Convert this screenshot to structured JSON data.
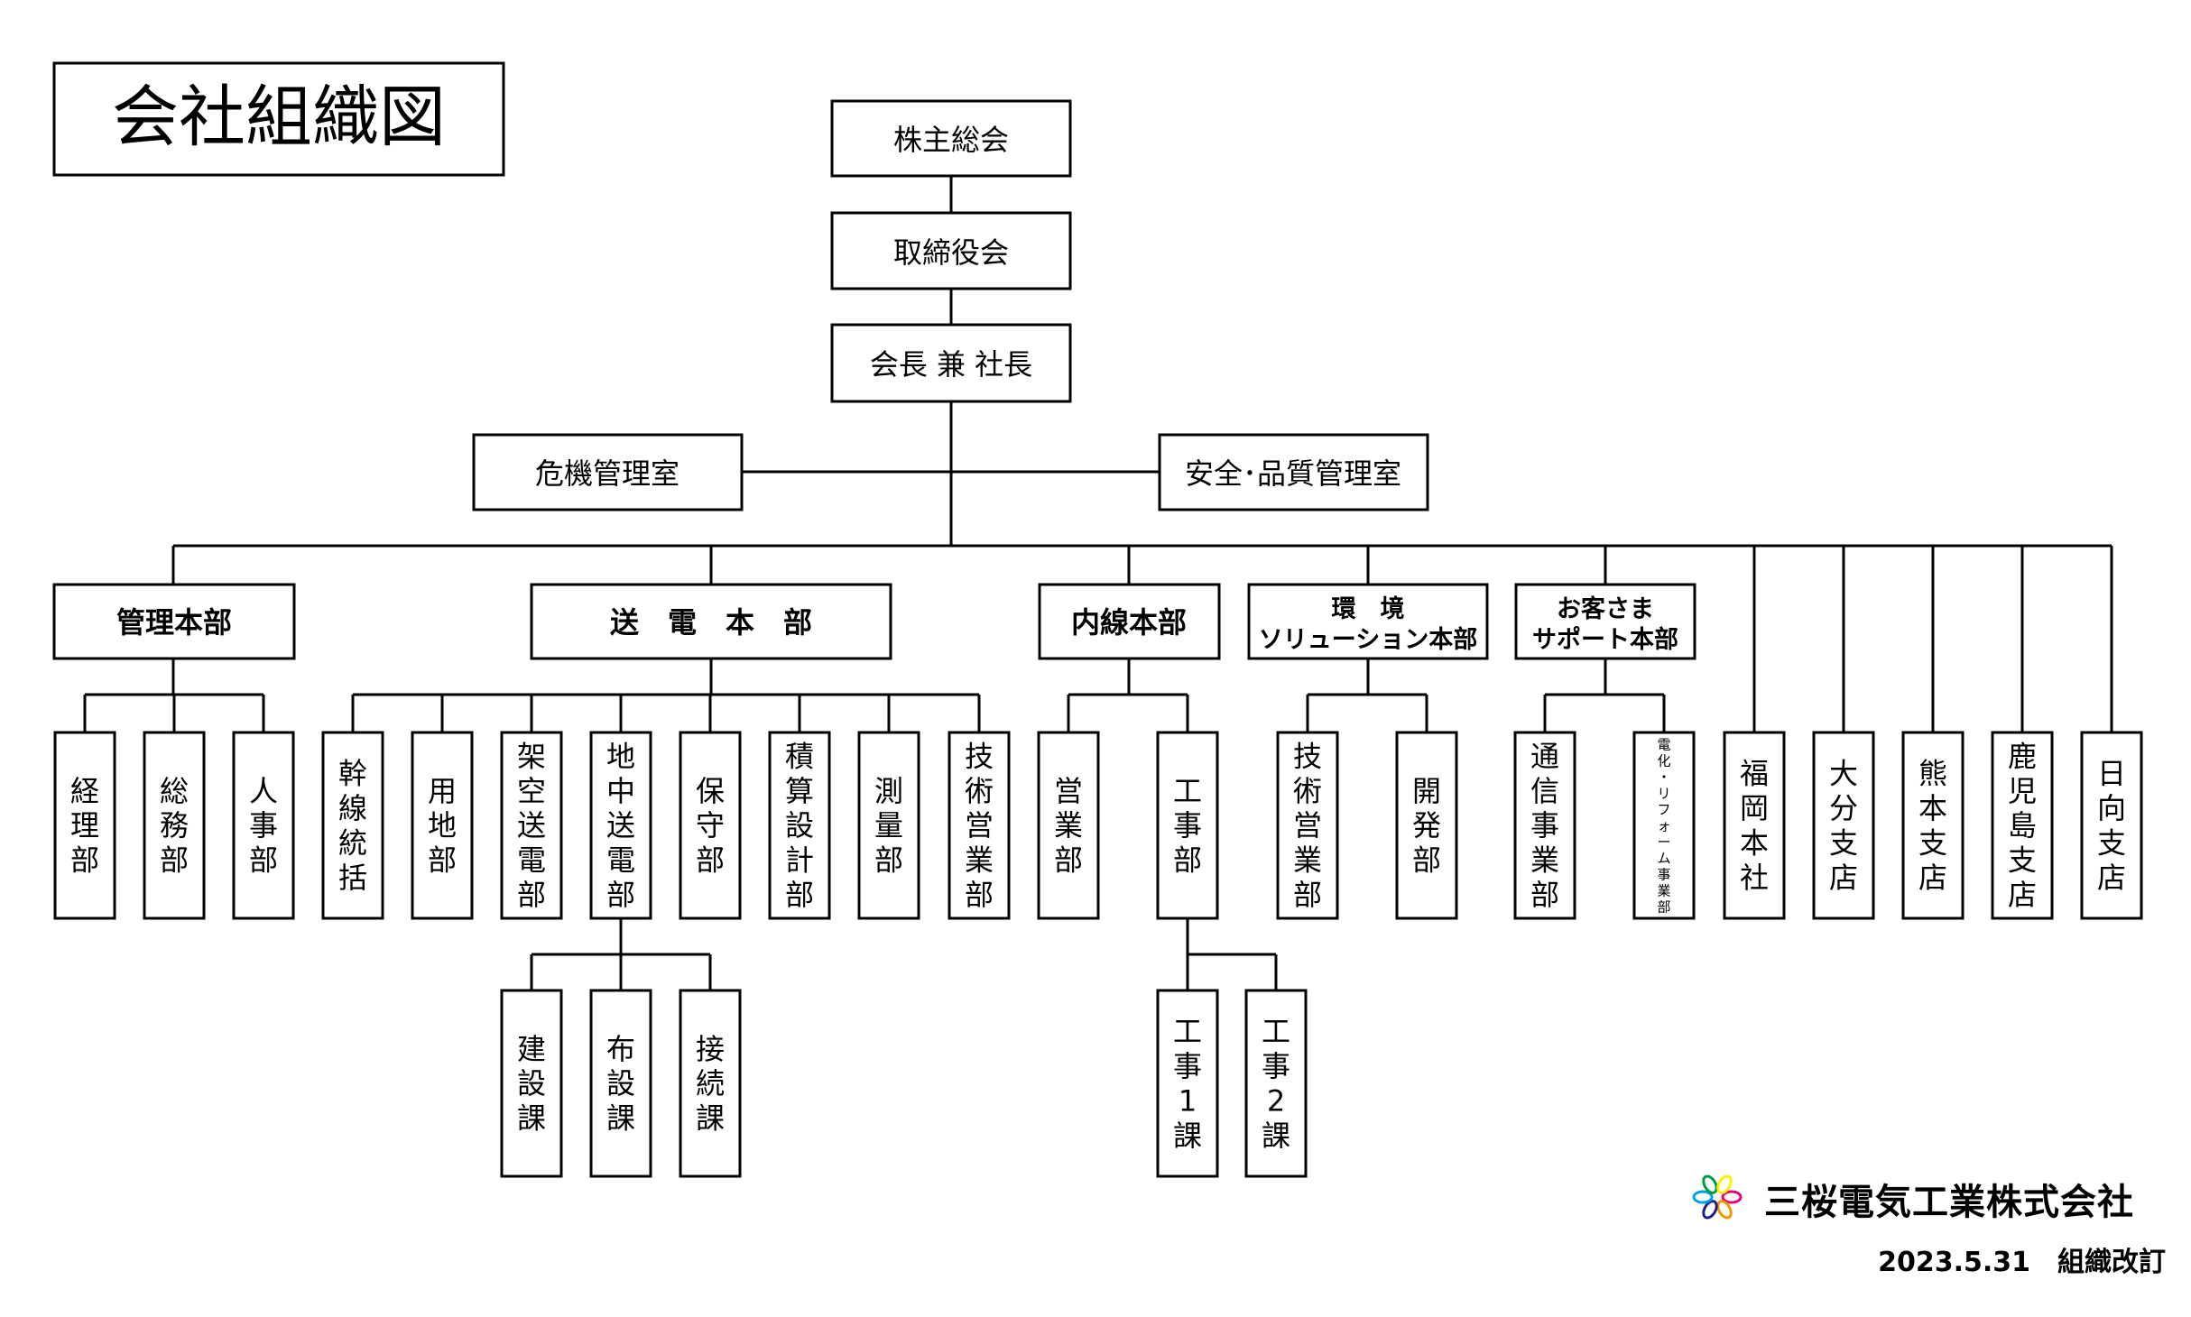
{
  "title": "会社組織図",
  "top_chain": [
    "株主総会",
    "取締役会",
    "会長 兼 社長"
  ],
  "side_offices": [
    "危機管理室",
    "安全･品質管理室"
  ],
  "divisions": [
    {
      "name": "管理本部",
      "departments": [
        {
          "name": "経理部"
        },
        {
          "name": "総務部"
        },
        {
          "name": "人事部"
        }
      ]
    },
    {
      "name": "送　電　本　部",
      "departments": [
        {
          "name": "幹線統括"
        },
        {
          "name": "用地部"
        },
        {
          "name": "架空送電部"
        },
        {
          "name": "地中送電部",
          "sections": [
            "建設課",
            "布設課",
            "接続課"
          ]
        },
        {
          "name": "保守部"
        },
        {
          "name": "積算設計部"
        },
        {
          "name": "測量部"
        },
        {
          "name": "技術営業部"
        }
      ]
    },
    {
      "name": "内線本部",
      "departments": [
        {
          "name": "営業部"
        },
        {
          "name": "工事部",
          "sections": [
            "工事1課",
            "工事2課"
          ]
        }
      ]
    },
    {
      "name": "環　境\nソリューション本部",
      "departments": [
        {
          "name": "技術営業部"
        },
        {
          "name": "開発部"
        }
      ]
    },
    {
      "name": "お客さま\nサポート本部",
      "departments": [
        {
          "name": "通信事業部"
        },
        {
          "name": "電化・リフォーム事業部"
        }
      ]
    }
  ],
  "branches": [
    "福岡本社",
    "大分支店",
    "熊本支店",
    "鹿児島支店",
    "日向支店"
  ],
  "footer": {
    "company": "三桜電気工業株式会社",
    "date": "2023.5.31　組織改訂"
  },
  "logo_colors": [
    "#e6007e",
    "#f39800",
    "#1d2088",
    "#00a0e9",
    "#009944",
    "#fff100"
  ]
}
